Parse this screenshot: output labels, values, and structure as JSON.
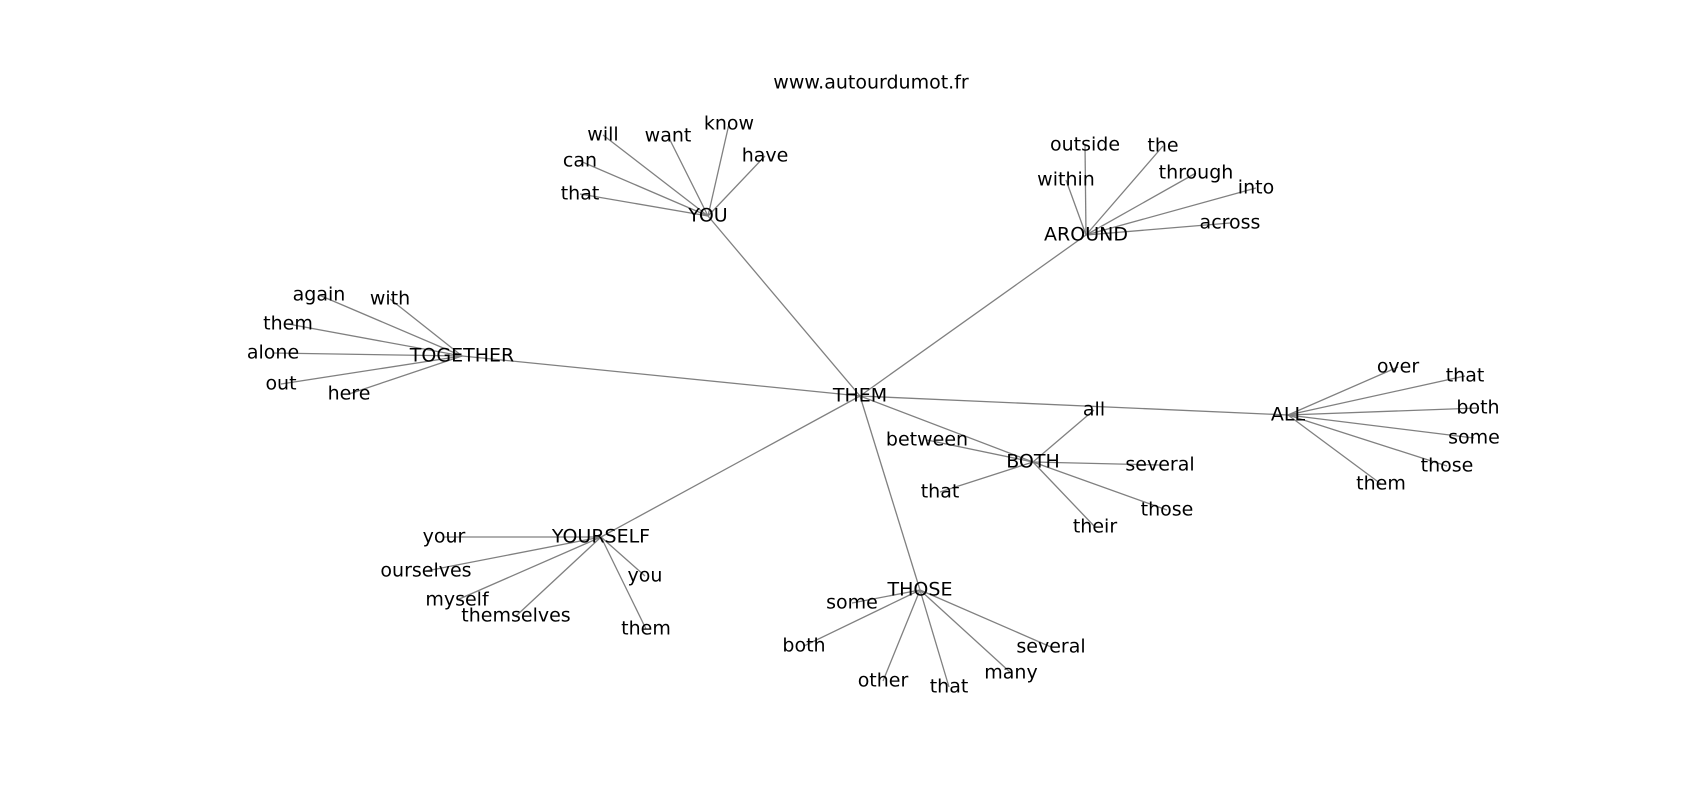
{
  "header": {
    "site": "www.autourdumot.fr"
  },
  "graph": {
    "center": "THEM",
    "hubs": [
      {
        "word": "YOU",
        "leaves": [
          "will",
          "want",
          "know",
          "can",
          "have",
          "that"
        ]
      },
      {
        "word": "AROUND",
        "leaves": [
          "outside",
          "the",
          "within",
          "through",
          "into",
          "across"
        ]
      },
      {
        "word": "TOGETHER",
        "leaves": [
          "again",
          "with",
          "them",
          "alone",
          "out",
          "here"
        ]
      },
      {
        "word": "ALL",
        "leaves": [
          "over",
          "that",
          "both",
          "some",
          "those",
          "them"
        ]
      },
      {
        "word": "BOTH",
        "leaves": [
          "all",
          "between",
          "several",
          "that",
          "those",
          "their"
        ]
      },
      {
        "word": "YOURSELF",
        "leaves": [
          "your",
          "ourselves",
          "you",
          "myself",
          "themselves",
          "them"
        ]
      },
      {
        "word": "THOSE",
        "leaves": [
          "some",
          "both",
          "several",
          "other",
          "that",
          "many"
        ]
      }
    ]
  }
}
